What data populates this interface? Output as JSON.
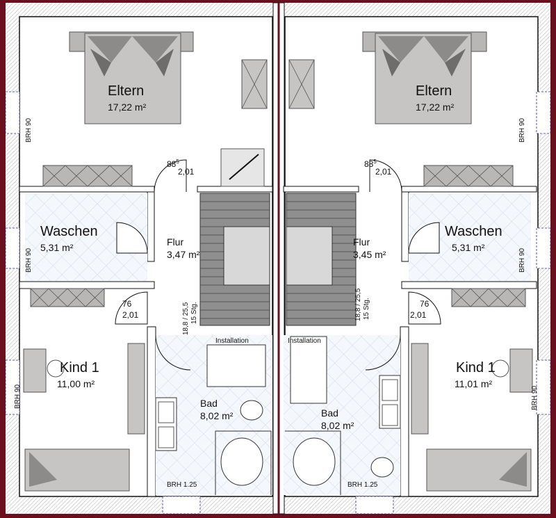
{
  "left_unit": {
    "eltern": {
      "name": "Eltern",
      "area": "17,22 m²"
    },
    "waschen": {
      "name": "Waschen",
      "area": "5,31 m²"
    },
    "flur": {
      "name": "Flur",
      "area": "3,47 m²"
    },
    "kind": {
      "name": "Kind 1",
      "area": "11,00 m²"
    },
    "bad": {
      "name": "Bad",
      "area": "8,02 m²"
    },
    "installation": "Installation",
    "door_eltern": {
      "width": "88",
      "width_sup": "5",
      "height": "2,01"
    },
    "door_kind": {
      "width": "76",
      "height": "2,01"
    },
    "stair": {
      "ratio": "18,8 / 25,5",
      "steps": "15 Stg."
    },
    "brh_top": "BRH 90",
    "brh_mid": "BRH 90",
    "brh_bottom": "BRH 90",
    "brh_bath": "BRH 1.25"
  },
  "right_unit": {
    "eltern": {
      "name": "Eltern",
      "area": "17,22 m²"
    },
    "waschen": {
      "name": "Waschen",
      "area": "5,31 m²"
    },
    "flur": {
      "name": "Flur",
      "area": "3,45 m²"
    },
    "kind": {
      "name": "Kind 1",
      "area": "11,01 m²"
    },
    "bad": {
      "name": "Bad",
      "area": "8,02 m²"
    },
    "installation": "Installation",
    "door_eltern": {
      "width": "88",
      "width_sup": "5",
      "height": "2,01"
    },
    "door_kind": {
      "width": "76",
      "height": "2,01"
    },
    "stair": {
      "ratio": "18,8 / 25,5",
      "steps": "15 Stg."
    },
    "brh_top": "BRH 90",
    "brh_mid": "BRH 90",
    "brh_bottom": "BRH 90",
    "brh_bath": "BRH 1.25"
  },
  "colors": {
    "outer_wall": "#6b0f1e",
    "wall_fill": "#ffffff",
    "furniture": "#b9b6b6",
    "furniture_dark": "#6f6c6c",
    "stair": "#8f8f8f",
    "bath_tile": "#eef3fb"
  }
}
